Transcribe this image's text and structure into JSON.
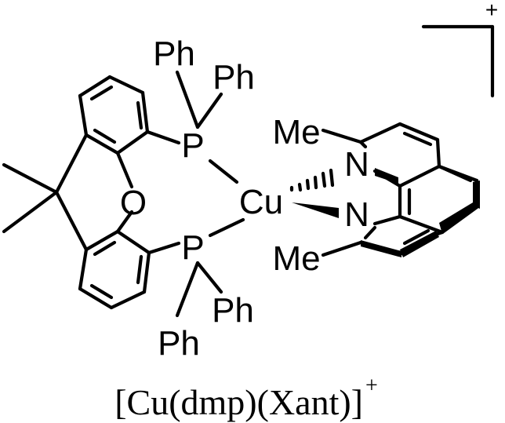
{
  "molecule": {
    "atoms": {
      "cu": "Cu",
      "p_top": "P",
      "p_bottom": "P",
      "oxygen": "O",
      "n_top": "N",
      "n_bottom": "N",
      "ph_1": "Ph",
      "ph_2": "Ph",
      "ph_3": "Ph",
      "ph_4": "Ph",
      "me_top": "Me",
      "me_bottom": "Me"
    },
    "charge": "+",
    "caption": "[Cu(dmp)(Xant)]",
    "caption_charge": "+"
  }
}
